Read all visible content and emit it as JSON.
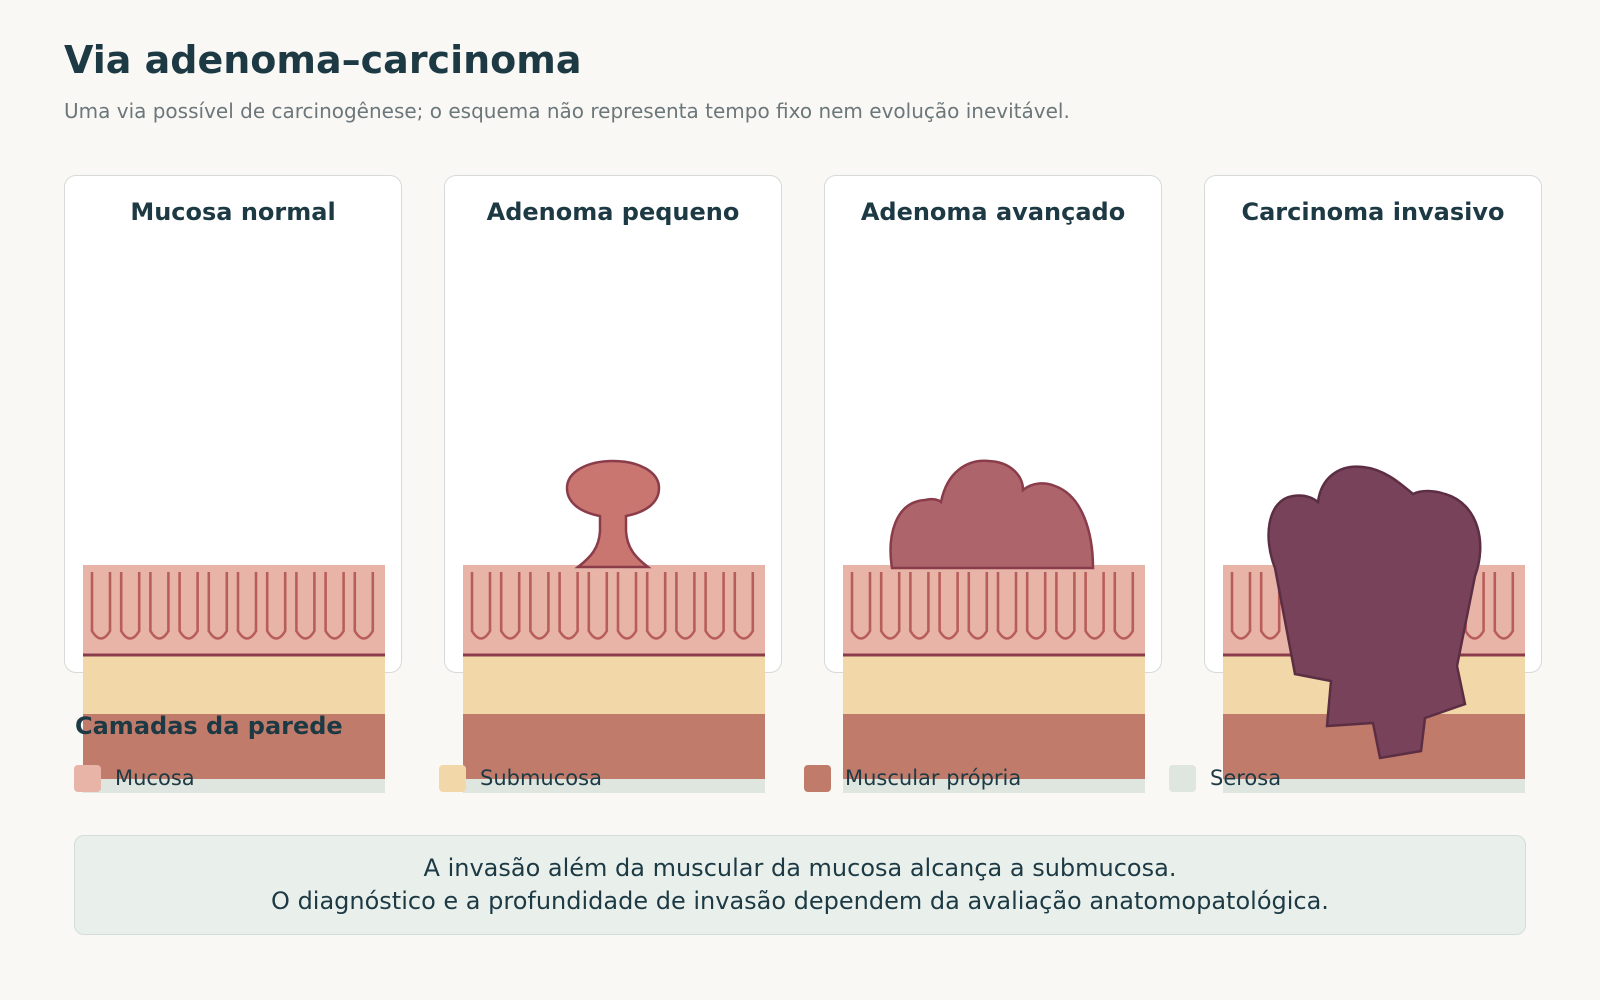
{
  "header": {
    "title": "Via adenoma–carcinoma",
    "subtitle": "Uma via possível de carcinogênese; o esquema não representa tempo fixo nem evolução inevitável."
  },
  "stages": [
    {
      "label": "Mucosa normal"
    },
    {
      "label": "Adenoma pequeno"
    },
    {
      "label": "Adenoma avançado"
    },
    {
      "label": "Carcinoma invasivo"
    }
  ],
  "legend": {
    "title": "Camadas da parede",
    "items": [
      {
        "label": "Mucosa",
        "color": "#e8b4a8"
      },
      {
        "label": "Submucosa",
        "color": "#f2d8a8"
      },
      {
        "label": "Muscular própria",
        "color": "#c17b6a"
      },
      {
        "label": "Serosa",
        "color": "#dfe6e0"
      }
    ]
  },
  "note": {
    "line1": "A invasão além da muscular da mucosa alcança a submucosa.",
    "line2": "O diagnóstico e a profundidade de invasão dependem da avaliação anatomopatológica."
  },
  "colors": {
    "mucosa": "#e8b4a8",
    "submucosa": "#f2d8a8",
    "muscularis": "#c17b6a",
    "serosa": "#dfe6e0",
    "crypt": "#b85e5a",
    "muscularis_mucosae": "#8a3c4a",
    "small_adenoma": "#c97670",
    "advanced_adenoma": "#ad646b",
    "carcinoma": "#78425a"
  }
}
